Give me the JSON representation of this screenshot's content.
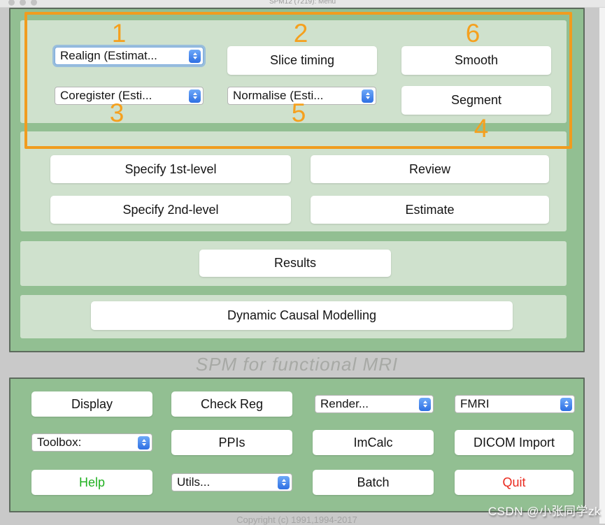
{
  "window": {
    "title": "SPM12 (7219): Menu",
    "tagline": "SPM for functional MRI",
    "copyright": "Copyright (c) 1991,1994-2017"
  },
  "spatial": {
    "realign": "Realign (Estimat...",
    "slice_timing": "Slice timing",
    "smooth": "Smooth",
    "coregister": "Coregister (Esti...",
    "normalise": "Normalise (Esti...",
    "segment": "Segment"
  },
  "model": {
    "specify_1st": "Specify 1st-level",
    "review": "Review",
    "specify_2nd": "Specify 2nd-level",
    "estimate": "Estimate",
    "results": "Results",
    "dcm": "Dynamic Causal Modelling"
  },
  "tools": {
    "display": "Display",
    "check_reg": "Check Reg",
    "render": "Render...",
    "fmri": "FMRI",
    "toolbox": "Toolbox:",
    "ppis": "PPIs",
    "imcalc": "ImCalc",
    "dicom_import": "DICOM Import",
    "help": "Help",
    "utils": "Utils...",
    "batch": "Batch",
    "quit": "Quit"
  },
  "annotations": {
    "n1": "1",
    "n2": "2",
    "n3": "3",
    "n4": "4",
    "n5": "5",
    "n6": "6"
  },
  "watermark": "CSDN @小张同学zk",
  "colors": {
    "annotation_orange": "#f09c1f",
    "panel_green": "#92bf92",
    "frame_green": "#cfe1cd",
    "help_green": "#21b121",
    "quit_red": "#ea2a1f",
    "stepper_blue": "#2e6fe3"
  }
}
